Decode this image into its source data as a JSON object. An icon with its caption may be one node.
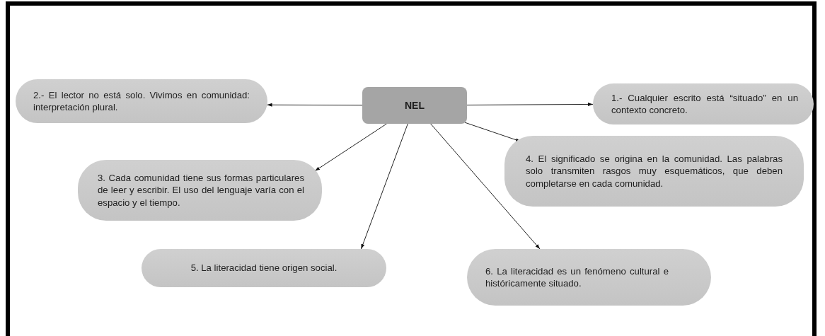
{
  "diagram": {
    "nodes": [
      {
        "text": [
          "NEL"
        ]
      },
      {
        "text": [
          "1.- Cualquier escrito está “situado” en un contexto concreto."
        ]
      },
      {
        "text": [
          "2.- El lector no está solo. Vivimos en comunidad: interpretación plural."
        ]
      },
      {
        "text": [
          "3. Cada comunidad tiene sus formas particulares de leer y escribir. El uso del lenguaje varía con el espacio y el tiempo."
        ]
      },
      {
        "text": [
          "4. El significado se origina en la comunidad. Las palabras solo transmiten rasgos muy esquemáticos, que deben completarse en cada comunidad."
        ]
      },
      {
        "text": [
          "5. La literacidad tiene origen social."
        ]
      },
      {
        "text": [
          "6. La literacidad es un fenómeno cultural e históricamente situado."
        ]
      }
    ],
    "edges": [
      {
        "from": 0,
        "to": 1,
        "arrow": "to"
      },
      {
        "from": 0,
        "to": 2,
        "arrow": "to"
      },
      {
        "from": 0,
        "to": 3,
        "arrow": "to"
      },
      {
        "from": 0,
        "to": 4,
        "arrow": "to"
      },
      {
        "from": 0,
        "to": 5,
        "arrow": "to"
      },
      {
        "from": 0,
        "to": 6,
        "arrow": "to"
      }
    ]
  }
}
